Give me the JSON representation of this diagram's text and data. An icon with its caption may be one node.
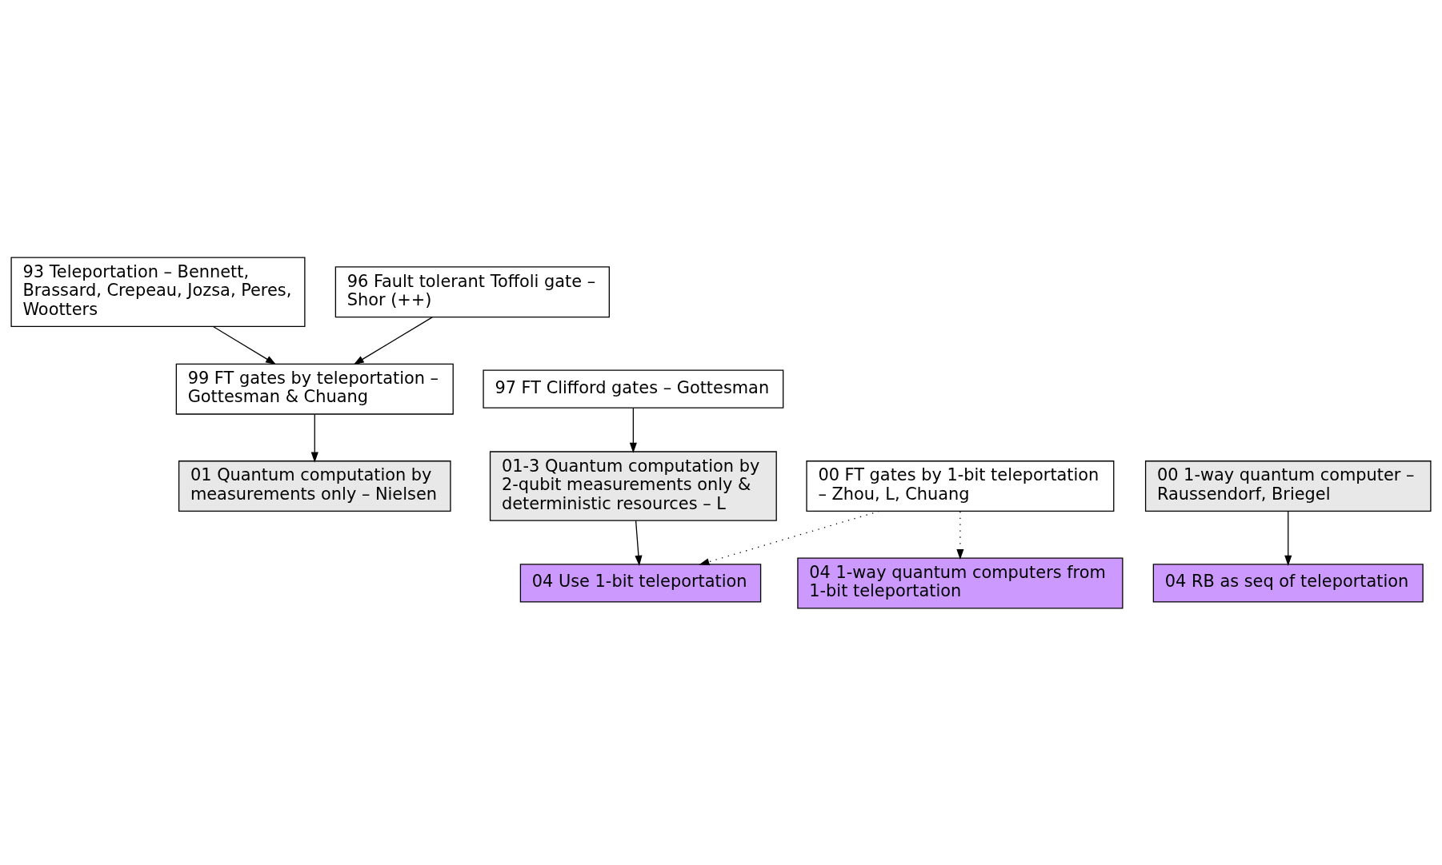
{
  "diagram": {
    "nodes": [
      {
        "text": [
          "93 Teleportation – Bennett, Brassard, Crepeau, Jozsa, Peres, Wootters"
        ]
      },
      {
        "text": [
          "96 Fault tolerant Toffoli gate – Shor (++)"
        ]
      },
      {
        "text": [
          "99 FT gates by teleportation – Gottesman & Chuang"
        ]
      },
      {
        "text": [
          "97 FT Clifford gates – Gottesman"
        ]
      },
      {
        "text": [
          "00 FT gates by 1-bit teleportation – Zhou, L, Chuang"
        ]
      },
      {
        "text": [
          "00 1-way quantum computer – Raussendorf, Briegel"
        ]
      },
      {
        "text": [
          "01 Quantum computation by measurements only – Nielsen"
        ]
      },
      {
        "text": [
          "01-3 Quantum computation by 2-qubit measurements only & deterministic resources – L"
        ]
      },
      {
        "text": [
          "04 RB as seq of teleportation"
        ]
      },
      {
        "text": [
          "04 1-way quantum computers from 1-bit teleportation"
        ]
      },
      {
        "text": [
          "04 Use 1-bit teleportation"
        ]
      }
    ],
    "edges": [
      {
        "from": 0,
        "to": 2,
        "arrow": "to"
      },
      {
        "from": 1,
        "to": 2,
        "arrow": "to"
      },
      {
        "from": 2,
        "to": 6,
        "arrow": "to"
      },
      {
        "from": 3,
        "to": 7,
        "arrow": "to"
      },
      {
        "from": 5,
        "to": 8,
        "arrow": "to"
      },
      {
        "from": 7,
        "to": 10,
        "arrow": "to"
      },
      {
        "from": 4,
        "to": 9,
        "arrow": "to",
        "style": "dashed"
      },
      {
        "from": 4,
        "to": 10,
        "arrow": "to",
        "style": "dashed"
      }
    ]
  }
}
